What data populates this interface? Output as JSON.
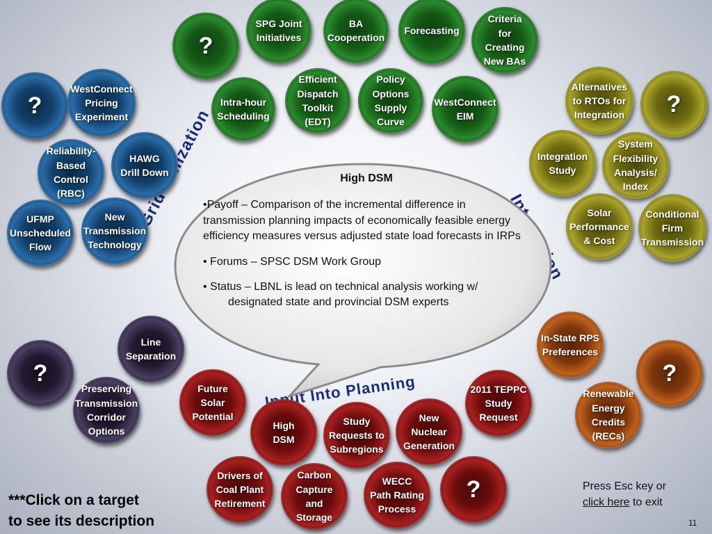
{
  "bubbles": [
    {
      "id": "green-q",
      "label": "?",
      "color": "green",
      "q": true
    },
    {
      "id": "spg-joint-initiatives",
      "label": "SPG Joint\nInitiatives",
      "color": "green"
    },
    {
      "id": "ba-cooperation",
      "label": "BA\nCooperation",
      "color": "green"
    },
    {
      "id": "forecasting",
      "label": "Forecasting",
      "color": "green"
    },
    {
      "id": "criteria-new-bas",
      "label": "Criteria\nfor\nCreating\nNew BAs",
      "color": "green"
    },
    {
      "id": "intra-hour-scheduling",
      "label": "Intra-hour\nScheduling",
      "color": "green"
    },
    {
      "id": "efficient-dispatch-toolkit",
      "label": "Efficient\nDispatch\nToolkit\n(EDT)",
      "color": "green"
    },
    {
      "id": "policy-options-supply-curve",
      "label": "Policy\nOptions\nSupply\nCurve",
      "color": "green"
    },
    {
      "id": "westconnect-eim",
      "label": "WestConnect\nEIM",
      "color": "green"
    },
    {
      "id": "blue-q",
      "label": "?",
      "color": "blue",
      "q": true
    },
    {
      "id": "westconnect-pricing-experiment",
      "label": "WestConnect\nPricing\nExperiment",
      "color": "blue"
    },
    {
      "id": "reliability-based-control",
      "label": "Reliability-\nBased\nControl\n(RBC)",
      "color": "blue"
    },
    {
      "id": "hawg-drill-down",
      "label": "HAWG\nDrill Down",
      "color": "blue"
    },
    {
      "id": "ufmp-unscheduled-flow",
      "label": "UFMP\nUnscheduled\nFlow",
      "color": "blue"
    },
    {
      "id": "new-transmission-technology",
      "label": "New\nTransmission\nTechnology",
      "color": "blue"
    },
    {
      "id": "alternatives-rtos",
      "label": "Alternatives\nto RTOs for\nIntegration",
      "color": "olive"
    },
    {
      "id": "olive-q",
      "label": "?",
      "color": "olive",
      "q": true
    },
    {
      "id": "integration-study",
      "label": "Integration\nStudy",
      "color": "olive"
    },
    {
      "id": "system-flexibility",
      "label": "System\nFlexibility\nAnalysis/\nIndex",
      "color": "olive"
    },
    {
      "id": "solar-performance-cost",
      "label": "Solar\nPerformance\n& Cost",
      "color": "olive"
    },
    {
      "id": "conditional-firm-transmission",
      "label": "Conditional\nFirm\nTransmission",
      "color": "olive"
    },
    {
      "id": "in-state-rps",
      "label": "In-State RPS\nPreferences",
      "color": "orange"
    },
    {
      "id": "orange-q",
      "label": "?",
      "color": "orange",
      "q": true
    },
    {
      "id": "renewable-energy-credits",
      "label": "Renewable\nEnergy\nCredits\n(RECs)",
      "color": "orange"
    },
    {
      "id": "line-separation",
      "label": "Line\nSeparation",
      "color": "purple"
    },
    {
      "id": "purple-q",
      "label": "?",
      "color": "purple",
      "q": true
    },
    {
      "id": "preserving-corridor",
      "label": "Preserving\nTransmission\nCorridor\nOptions",
      "color": "purple"
    },
    {
      "id": "future-solar-potential",
      "label": "Future\nSolar\nPotential",
      "color": "red"
    },
    {
      "id": "high-dsm",
      "label": "High\nDSM",
      "color": "red"
    },
    {
      "id": "study-requests-subregions",
      "label": "Study\nRequests to\nSubregions",
      "color": "red"
    },
    {
      "id": "new-nuclear-generation",
      "label": "New\nNuclear\nGeneration",
      "color": "red"
    },
    {
      "id": "tepcc-2011-study-request",
      "label": "2011 TEPPC\nStudy\nRequest",
      "color": "red"
    },
    {
      "id": "drivers-coal-retirement",
      "label": "Drivers of\nCoal Plant\nRetirement",
      "color": "red"
    },
    {
      "id": "carbon-capture-storage",
      "label": "Carbon\nCapture\nand\nStorage",
      "color": "red"
    },
    {
      "id": "wecc-path-rating",
      "label": "WECC\nPath Rating\nProcess",
      "color": "red"
    },
    {
      "id": "red-q",
      "label": "?",
      "color": "red",
      "q": true
    }
  ],
  "arc_labels": {
    "grid_utilization": "Grid Utilization",
    "integration": "Integration",
    "input_into_planning": "Input Into Planning"
  },
  "speech": {
    "title": "High DSM",
    "payoff": "•Payoff – Comparison of the incremental difference in transmission planning impacts of economically feasible energy efficiency measures versus adjusted state load forecasts in IRPs",
    "forums": "• Forums – SPSC DSM Work Group",
    "status_line1": "• Status – LBNL is lead on technical analysis working w/",
    "status_line2": "designated state and provincial DSM experts"
  },
  "footer": {
    "instruction": "***Click on a target\nto see its description",
    "exit_prefix": "Press Esc key or",
    "exit_link": "click here",
    "exit_suffix": " to exit",
    "page_number": "11"
  }
}
